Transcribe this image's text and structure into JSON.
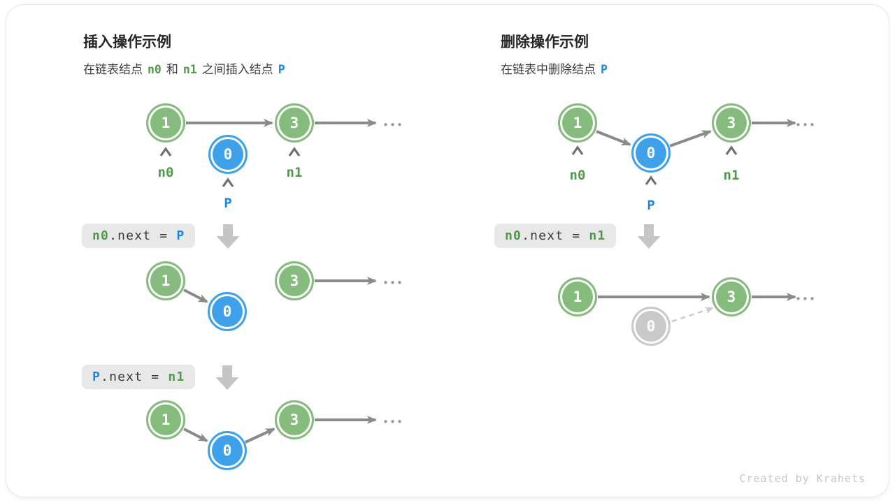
{
  "colors": {
    "node_green": "#85BB7D",
    "node_blue": "#3EA1E9",
    "node_gray": "#C9C9C9",
    "arrow_gray": "#8A8A8A",
    "label_green": "#4D9A4D",
    "label_blue": "#1B87DB",
    "code_background": "#E8E8E8",
    "block_arrow_gray": "#C5C5C5"
  },
  "left": {
    "title": "插入操作示例",
    "subtitle": {
      "t1": "在链表结点",
      "n0": "n0",
      "t2": "和",
      "n1": "n1",
      "t3": "之间插入结点",
      "p": "P"
    },
    "code1": {
      "a": "n0",
      "b": ".next = ",
      "c": "P"
    },
    "code2": {
      "a": "P",
      "b": ".next = ",
      "c": "n1"
    },
    "d1": {
      "v1": "1",
      "v0": "0",
      "v3": "3",
      "dots": "•••",
      "labels": {
        "n0": "n0",
        "p": "P",
        "n1": "n1"
      }
    },
    "d2": {
      "v1": "1",
      "v0": "0",
      "v3": "3",
      "dots": "•••"
    },
    "d3": {
      "v1": "1",
      "v0": "0",
      "v3": "3",
      "dots": "•••"
    }
  },
  "right": {
    "title": "删除操作示例",
    "subtitle": {
      "t1": "在链表中删除结点",
      "p": "P"
    },
    "code1": {
      "a": "n0",
      "b": ".next = ",
      "c": "n1"
    },
    "d1": {
      "v1": "1",
      "v0": "0",
      "v3": "3",
      "dots": "•••",
      "labels": {
        "n0": "n0",
        "p": "P",
        "n1": "n1"
      }
    },
    "d2": {
      "v1": "1",
      "v0": "0",
      "v3": "3",
      "dots": "•••"
    }
  },
  "credit": "Created by Krahets"
}
